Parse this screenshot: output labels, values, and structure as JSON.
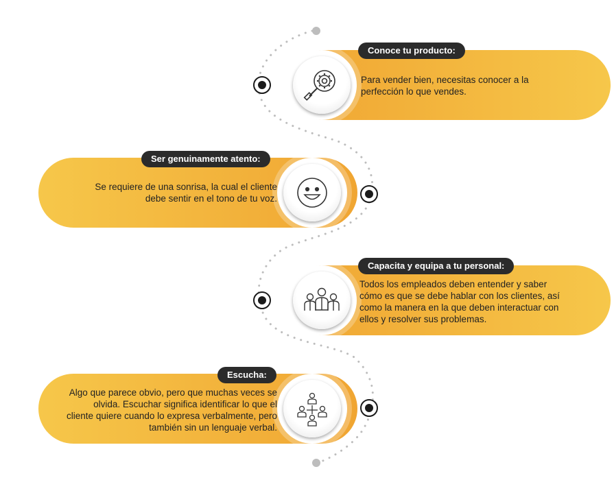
{
  "steps": [
    {
      "title": "Conoce tu producto:",
      "text": "Para vender bien, necesitas conocer a la perfección lo que vendes.",
      "icon": "magnifier-gear-icon"
    },
    {
      "title": "Ser genuinamente atento:",
      "text": "Se requiere de una sonrisa, la cual el cliente debe sentir en el tono de tu voz.",
      "icon": "smiley-face-icon"
    },
    {
      "title": "Capacita y equipa a tu personal:",
      "text": "Todos los empleados deben entender y saber cómo es que se debe hablar con los clientes, así como la manera en la que deben interactuar con ellos y resolver sus problemas.",
      "icon": "team-people-icon"
    },
    {
      "title": "Escucha:",
      "text": "Algo que parece obvio, pero que muchas veces se olvida. Escuchar significa identificar lo que el cliente quiere cuando lo expresa verbalmente, pero también sin un lenguaje verbal.",
      "icon": "network-people-icon"
    }
  ],
  "colors": {
    "accent_start": "#f0a532",
    "accent_end": "#f6c74a",
    "tag_bg": "#2b2b2b",
    "marker": "#1a1a1a",
    "dots": "#bdbdbd"
  }
}
